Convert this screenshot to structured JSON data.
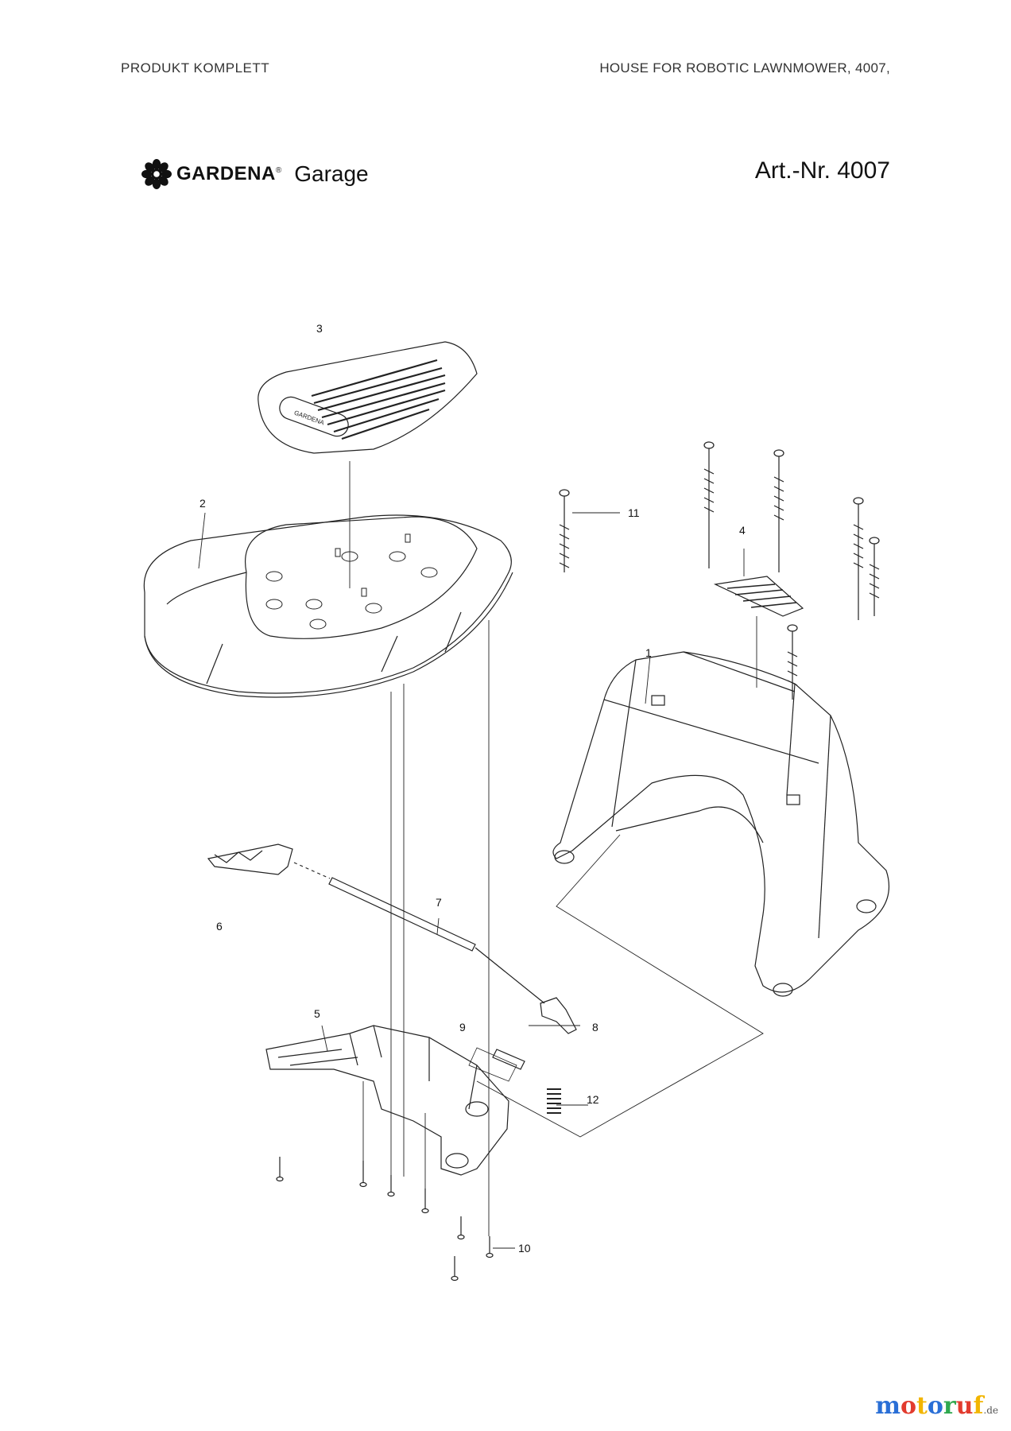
{
  "header": {
    "left": "PRODUKT KOMPLETT",
    "right": "HOUSE FOR ROBOTIC LAWNMOWER, 4007,"
  },
  "brand": {
    "logo_text": "GARDENA",
    "logo_mark": "®",
    "product": "Garage",
    "art_nr": "Art.-Nr. 4007"
  },
  "diagram": {
    "part_numbers": [
      "1",
      "2",
      "3",
      "4",
      "5",
      "6",
      "7",
      "8",
      "9",
      "10",
      "11",
      "12"
    ],
    "cover_logo_text": "GARDENA"
  },
  "footer": {
    "site": "motoruf",
    "suffix": ".de",
    "colors": [
      "#2a6fd6",
      "#e23b2e",
      "#f2b500",
      "#2a6fd6",
      "#2fa84f",
      "#e23b2e",
      "#f2b500"
    ]
  }
}
